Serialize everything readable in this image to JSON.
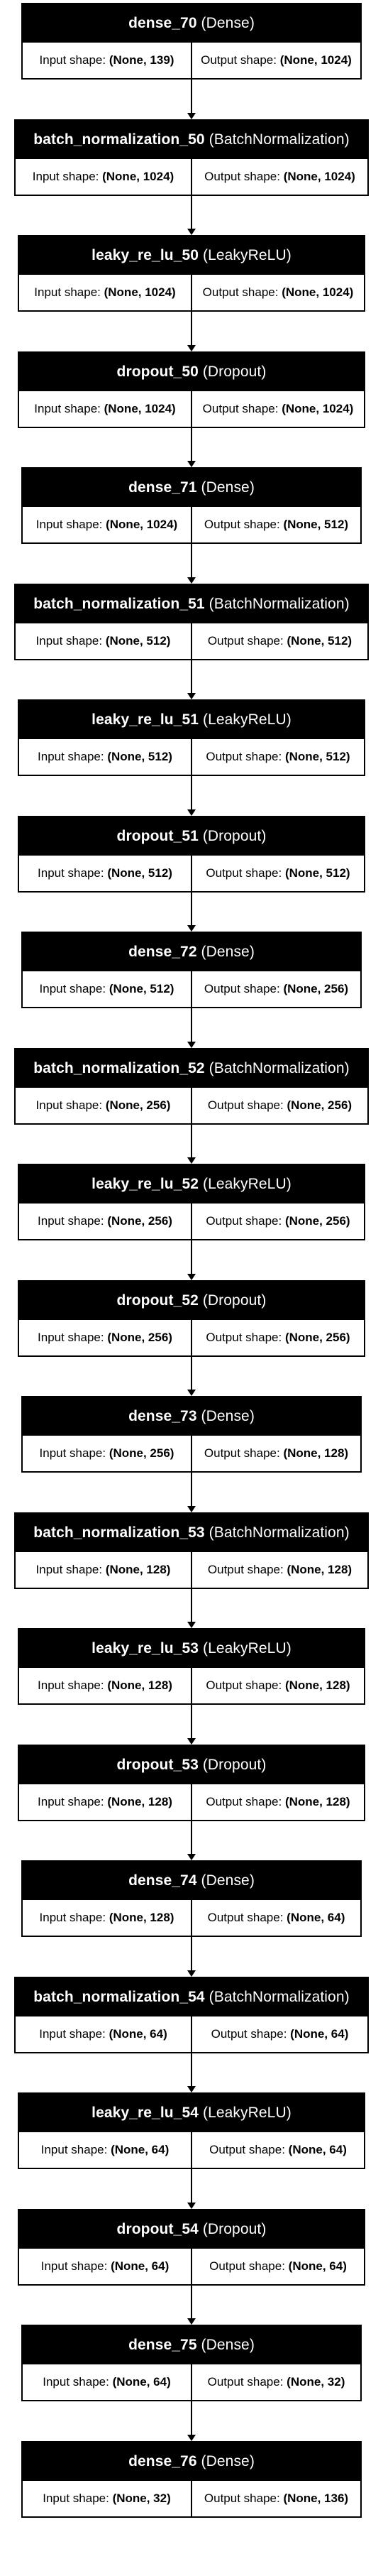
{
  "diagram": {
    "input_shape_label": "Input shape:",
    "output_shape_label": "Output shape:",
    "layers": [
      {
        "name": "dense_70",
        "type": "Dense",
        "input": "(None, 139)",
        "output": "(None, 1024)"
      },
      {
        "name": "batch_normalization_50",
        "type": "BatchNormalization",
        "input": "(None, 1024)",
        "output": "(None, 1024)"
      },
      {
        "name": "leaky_re_lu_50",
        "type": "LeakyReLU",
        "input": "(None, 1024)",
        "output": "(None, 1024)"
      },
      {
        "name": "dropout_50",
        "type": "Dropout",
        "input": "(None, 1024)",
        "output": "(None, 1024)"
      },
      {
        "name": "dense_71",
        "type": "Dense",
        "input": "(None, 1024)",
        "output": "(None, 512)"
      },
      {
        "name": "batch_normalization_51",
        "type": "BatchNormalization",
        "input": "(None, 512)",
        "output": "(None, 512)"
      },
      {
        "name": "leaky_re_lu_51",
        "type": "LeakyReLU",
        "input": "(None, 512)",
        "output": "(None, 512)"
      },
      {
        "name": "dropout_51",
        "type": "Dropout",
        "input": "(None, 512)",
        "output": "(None, 512)"
      },
      {
        "name": "dense_72",
        "type": "Dense",
        "input": "(None, 512)",
        "output": "(None, 256)"
      },
      {
        "name": "batch_normalization_52",
        "type": "BatchNormalization",
        "input": "(None, 256)",
        "output": "(None, 256)"
      },
      {
        "name": "leaky_re_lu_52",
        "type": "LeakyReLU",
        "input": "(None, 256)",
        "output": "(None, 256)"
      },
      {
        "name": "dropout_52",
        "type": "Dropout",
        "input": "(None, 256)",
        "output": "(None, 256)"
      },
      {
        "name": "dense_73",
        "type": "Dense",
        "input": "(None, 256)",
        "output": "(None, 128)"
      },
      {
        "name": "batch_normalization_53",
        "type": "BatchNormalization",
        "input": "(None, 128)",
        "output": "(None, 128)"
      },
      {
        "name": "leaky_re_lu_53",
        "type": "LeakyReLU",
        "input": "(None, 128)",
        "output": "(None, 128)"
      },
      {
        "name": "dropout_53",
        "type": "Dropout",
        "input": "(None, 128)",
        "output": "(None, 128)"
      },
      {
        "name": "dense_74",
        "type": "Dense",
        "input": "(None, 128)",
        "output": "(None, 64)"
      },
      {
        "name": "batch_normalization_54",
        "type": "BatchNormalization",
        "input": "(None, 64)",
        "output": "(None, 64)"
      },
      {
        "name": "leaky_re_lu_54",
        "type": "LeakyReLU",
        "input": "(None, 64)",
        "output": "(None, 64)"
      },
      {
        "name": "dropout_54",
        "type": "Dropout",
        "input": "(None, 64)",
        "output": "(None, 64)"
      },
      {
        "name": "dense_75",
        "type": "Dense",
        "input": "(None, 64)",
        "output": "(None, 32)"
      },
      {
        "name": "dense_76",
        "type": "Dense",
        "input": "(None, 32)",
        "output": "(None, 136)"
      }
    ]
  }
}
